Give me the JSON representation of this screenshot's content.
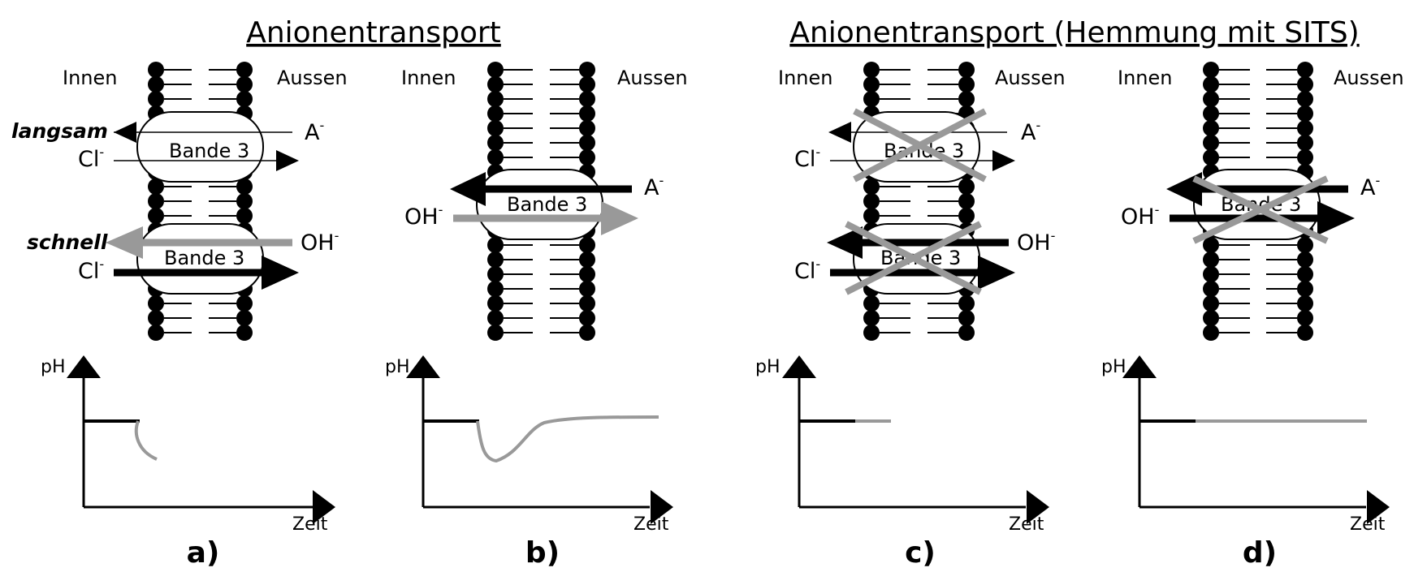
{
  "titles": {
    "left": "Anionentransport",
    "right": "Anionentransport (Hemmung mit SITS)"
  },
  "labels": {
    "inside": "Innen",
    "outside": "Aussen",
    "band": "Bande 3",
    "slow": "langsam",
    "fast": "schnell",
    "ph": "pH",
    "time": "Zeit"
  },
  "ions": {
    "A": {
      "base": "A",
      "sup": "-"
    },
    "Cl": {
      "base": "Cl",
      "sup": "-"
    },
    "OH": {
      "base": "OH",
      "sup": "-"
    }
  },
  "panels": [
    {
      "label": "a)",
      "inhibited": false
    },
    {
      "label": "b)",
      "inhibited": false
    },
    {
      "label": "c)",
      "inhibited": true
    },
    {
      "label": "d)",
      "inhibited": true
    }
  ],
  "colors": {
    "cl_and_a_flux": "#000000",
    "oh_flux": "#999999",
    "inhibition_cross": "#999999",
    "membrane": "#000000"
  }
}
